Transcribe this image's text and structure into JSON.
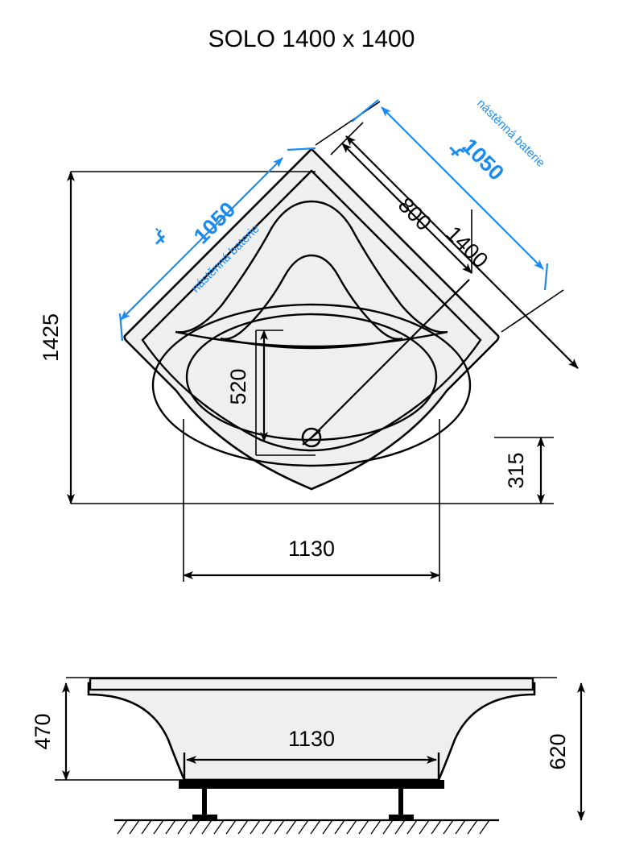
{
  "document": {
    "title": "SOLO 1400 x 1400",
    "kind": "technical-dimension-drawing",
    "product": "SOLO",
    "units": "mm"
  },
  "colors": {
    "line": "#000000",
    "accent_blue": "#1a8cf0",
    "tub_fill": "#efefef",
    "background": "#ffffff"
  },
  "top_view": {
    "name": "plan-view",
    "dimensions": {
      "overall_height_label": "1425",
      "diagonal_width_label": "1400",
      "inner_diagonal_label": "800",
      "bowl_depth_label": "520",
      "corner_offset_label": "315",
      "base_width_label": "1130"
    },
    "faucet_annotations": [
      {
        "name": "faucet-left",
        "value": "1050",
        "label": "nástěnná baterie",
        "icon": "faucet-icon"
      },
      {
        "name": "faucet-right",
        "value": "1050",
        "label": "nástěnná baterie",
        "icon": "faucet-icon"
      }
    ],
    "drain": {
      "name": "drain-symbol",
      "symbol": "diameter"
    }
  },
  "front_view": {
    "name": "elevation-view",
    "dimensions": {
      "tub_depth_label": "470",
      "total_height_label": "620",
      "base_width_label": "1130"
    },
    "features": {
      "floor": "hatched-ground-line",
      "legs": "adjustable-feet",
      "base_frame": "support-frame"
    }
  }
}
